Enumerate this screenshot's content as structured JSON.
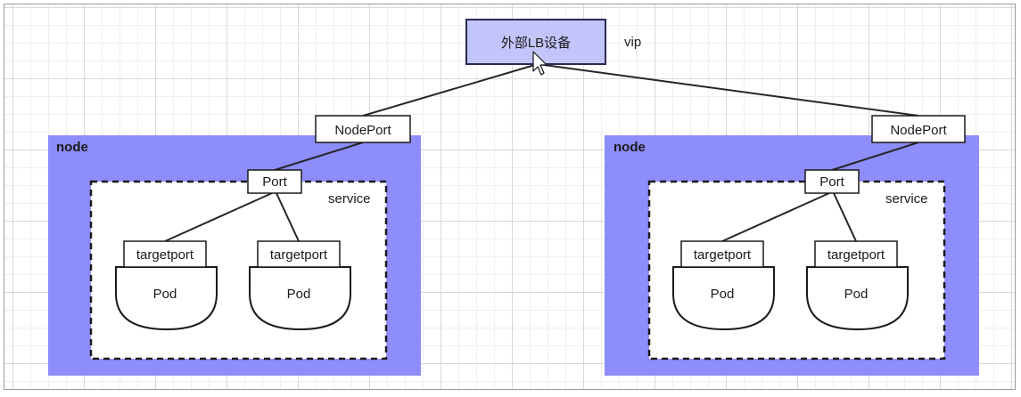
{
  "load_balancer": {
    "label": "外部LB设备",
    "vip_label": "vip"
  },
  "nodes": [
    {
      "label": "node",
      "nodeport_label": "NodePort",
      "service_label": "service",
      "port_label": "Port",
      "pods": [
        {
          "targetport_label": "targetport",
          "pod_label": "Pod"
        },
        {
          "targetport_label": "targetport",
          "pod_label": "Pod"
        }
      ]
    },
    {
      "label": "node",
      "nodeport_label": "NodePort",
      "service_label": "service",
      "port_label": "Port",
      "pods": [
        {
          "targetport_label": "targetport",
          "pod_label": "Pod"
        },
        {
          "targetport_label": "targetport",
          "pod_label": "Pod"
        }
      ]
    }
  ],
  "colors": {
    "node_fill": "#8d8dfb",
    "lb_fill": "#c3c5fa",
    "lb_border": "#2a2a55",
    "line": "#262626"
  }
}
